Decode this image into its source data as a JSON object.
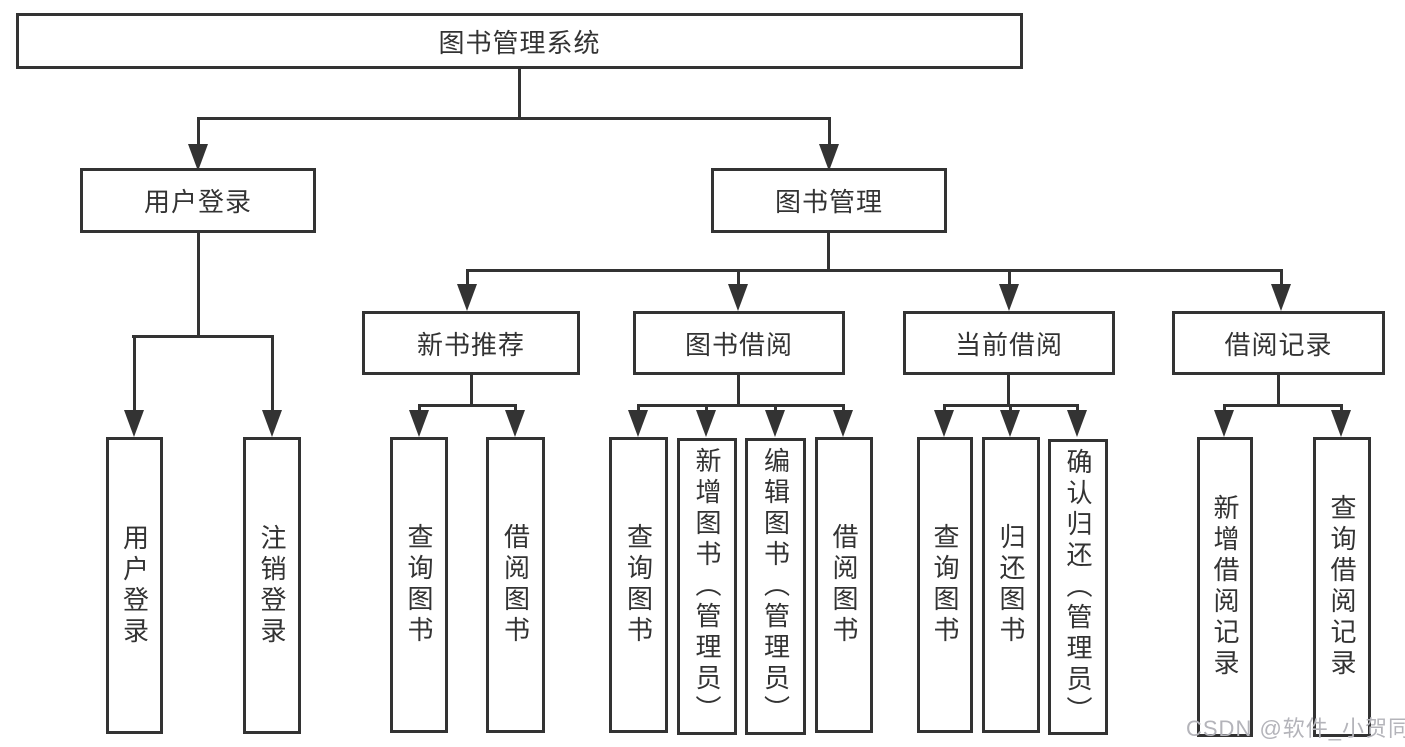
{
  "tree": {
    "root": {
      "label": "图书管理系统",
      "children": [
        {
          "label": "用户登录",
          "children": [
            {
              "label": "用户登录"
            },
            {
              "label": "注销登录"
            }
          ]
        },
        {
          "label": "图书管理",
          "children": [
            {
              "label": "新书推荐",
              "children": [
                {
                  "label": "查询图书"
                },
                {
                  "label": "借阅图书"
                }
              ]
            },
            {
              "label": "图书借阅",
              "children": [
                {
                  "label": "查询图书"
                },
                {
                  "label": "新增图书（管理员）"
                },
                {
                  "label": "编辑图书（管理员）"
                },
                {
                  "label": "借阅图书"
                }
              ]
            },
            {
              "label": "当前借阅",
              "children": [
                {
                  "label": "查询图书"
                },
                {
                  "label": "归还图书"
                },
                {
                  "label": "确认归还（管理员）"
                }
              ]
            },
            {
              "label": "借阅记录",
              "children": [
                {
                  "label": "新增借阅记录"
                },
                {
                  "label": "查询借阅记录"
                }
              ]
            }
          ]
        }
      ]
    }
  },
  "watermark": "CSDN @软件_小贺同学",
  "colors": {
    "line": "#333333",
    "text": "#333333",
    "box_fill": "#ffffff",
    "background": "#ffffff",
    "watermark": "#b4b4ba"
  }
}
